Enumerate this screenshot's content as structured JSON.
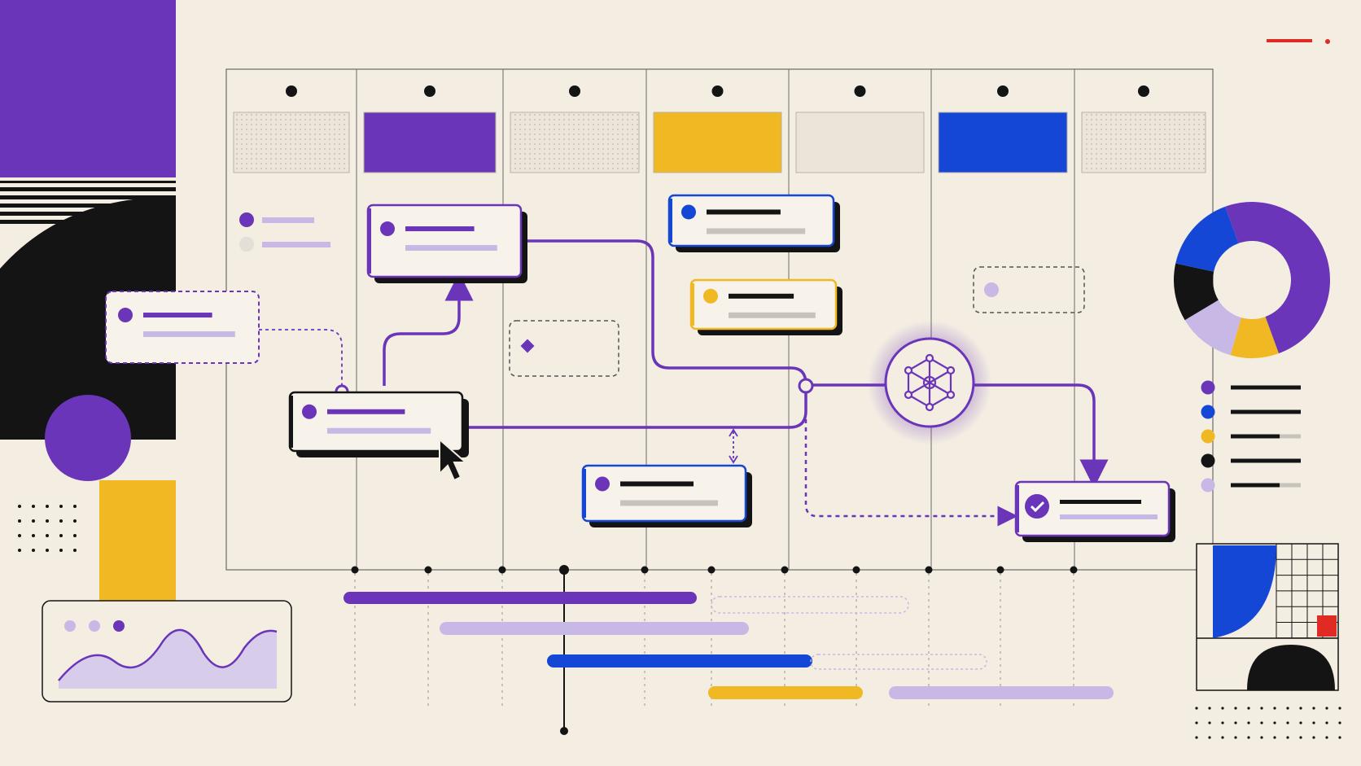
{
  "palette": {
    "background": "#f3ede2",
    "purple": "#6a35b8",
    "blue": "#1547d6",
    "yellow": "#f0b823",
    "black": "#141414",
    "lavender": "#c8b8e6",
    "gray": "#c7c3bb",
    "red": "#e02a24"
  },
  "board": {
    "column_count": 7,
    "column_headers": [
      "dotted",
      "purple",
      "dotted",
      "yellow",
      "light",
      "blue",
      "dotted"
    ]
  },
  "icons": {
    "hub": "network-node-icon",
    "cursor": "mouse-pointer-icon",
    "check": "check-circle-icon",
    "diamond": "diamond-icon"
  },
  "donut": {
    "segments": [
      {
        "color": "purple",
        "share": 0.5
      },
      {
        "color": "yellow",
        "share": 0.1
      },
      {
        "color": "lavender",
        "share": 0.12
      },
      {
        "color": "black",
        "share": 0.12
      },
      {
        "color": "blue",
        "share": 0.16
      }
    ]
  },
  "legend": {
    "items": [
      {
        "color": "purple",
        "fill": 1.0
      },
      {
        "color": "blue",
        "fill": 1.0
      },
      {
        "color": "yellow",
        "fill": 0.7
      },
      {
        "color": "black",
        "fill": 1.0
      },
      {
        "color": "lavender",
        "fill": 0.7
      }
    ]
  },
  "mini_chart": {
    "legend_dots": [
      "lavender",
      "lavender",
      "purple"
    ]
  }
}
